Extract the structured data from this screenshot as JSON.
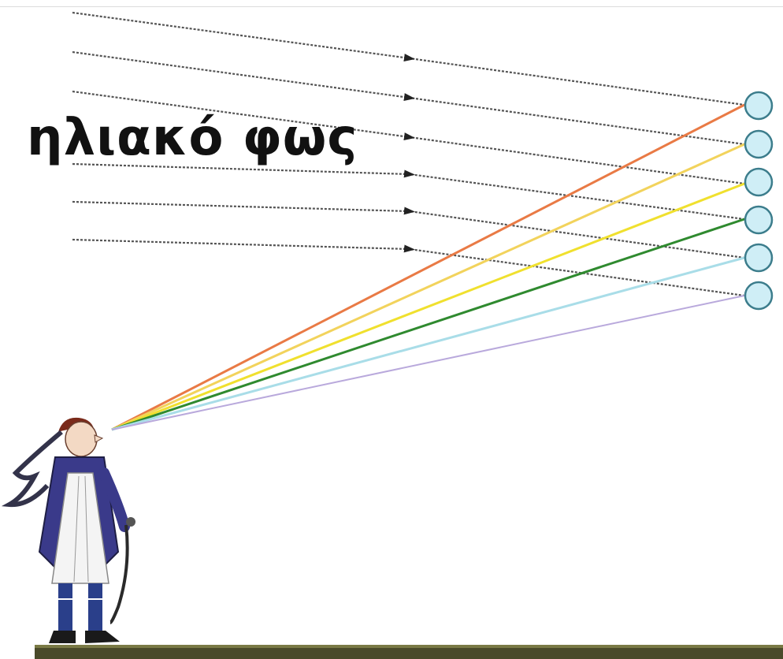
{
  "diagram": {
    "label": "ηλιακό φως",
    "colors": {
      "ray": "#555555",
      "drop_fill": "#cfeef6",
      "drop_stroke": "#3c7d8c",
      "ground": "#4a4a2a"
    },
    "dispersed_colors": [
      "#e97a45",
      "#f2d35c",
      "#f0e02e",
      "#2f8a2f",
      "#a9dde8",
      "#b9a9dc"
    ],
    "drop_count": 6,
    "ray_count": 6
  }
}
